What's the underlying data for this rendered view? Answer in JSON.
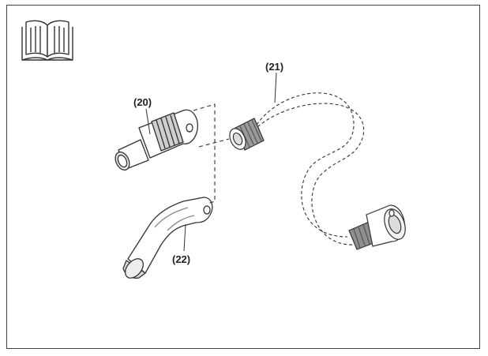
{
  "labels": {
    "part_20": "(20)",
    "part_21": "(21)",
    "part_22": "(22)"
  },
  "icons": {
    "manual": "open-book-icon"
  },
  "colors": {
    "line": "#333333",
    "frame": "#444444",
    "shade": "#9a9a9a",
    "dark": "#555555"
  }
}
